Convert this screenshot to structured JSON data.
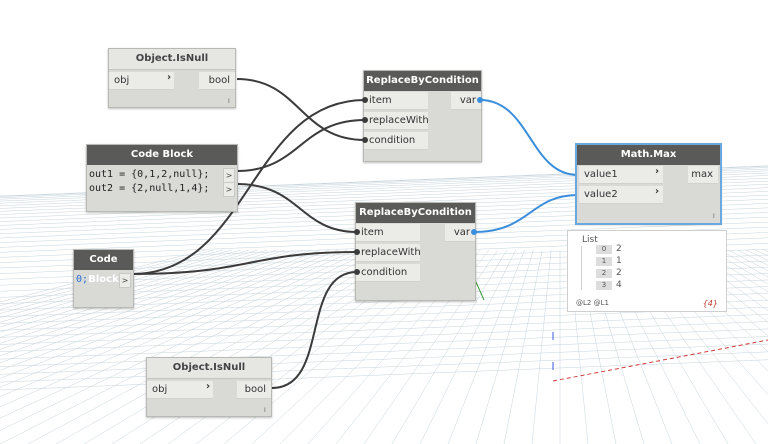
{
  "nodes": {
    "isnull1": {
      "title": "Object.IsNull",
      "in": "obj",
      "out": "bool"
    },
    "codeblock1": {
      "title": "Code Block",
      "line1": "out1 = {0,1,2,null};",
      "line2": "out2 = {2,null,1,4};",
      "out_mark": ">"
    },
    "codeblock2": {
      "title": "Code Block",
      "line1": "0;",
      "out_mark": ">"
    },
    "isnull2": {
      "title": "Object.IsNull",
      "in": "obj",
      "out": "bool"
    },
    "rbc1": {
      "title": "ReplaceByCondition",
      "in1": "item",
      "in2": "replaceWith",
      "in3": "condition",
      "out": "var"
    },
    "rbc2": {
      "title": "ReplaceByCondition",
      "in1": "item",
      "in2": "replaceWith",
      "in3": "condition",
      "out": "var"
    },
    "mathmax": {
      "title": "Math.Max",
      "in1": "value1",
      "in2": "value2",
      "out": "max"
    }
  },
  "preview": {
    "title": "List",
    "items": [
      {
        "index": "0",
        "value": "2"
      },
      {
        "index": "1",
        "value": "1"
      },
      {
        "index": "2",
        "value": "2"
      },
      {
        "index": "3",
        "value": "4"
      }
    ],
    "levels": "@L2 @L1",
    "count": "{4}"
  },
  "colors": {
    "wire_dark": "#3b3b3b",
    "wire_blue": "#3a8edb",
    "selected": "#6aa9e0",
    "header_dark": "#5a5a58"
  },
  "icons": {
    "port_chevron": "chevron-right-icon",
    "lacing": "lacing-icon"
  }
}
